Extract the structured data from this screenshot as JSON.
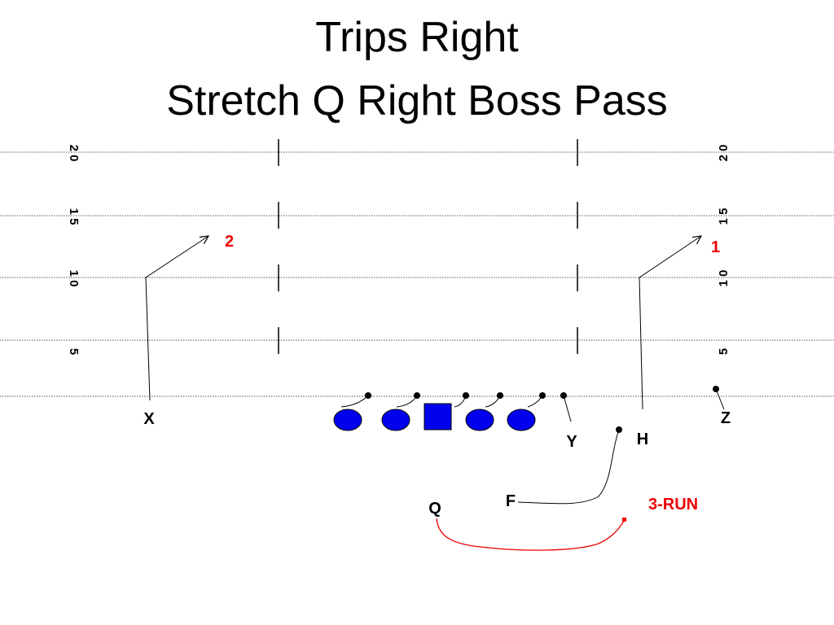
{
  "slide": {
    "title_line1": "Trips Right",
    "title_line2": "Stretch Q Right Boss Pass"
  },
  "yard_numbers": [
    "2 0",
    "1 5",
    "1 0",
    "5"
  ],
  "players": {
    "x": "X",
    "y": "Y",
    "z": "Z",
    "h": "H",
    "f": "F",
    "q": "Q"
  },
  "route_numbers": {
    "left": "2",
    "right": "1"
  },
  "run_label": "3-RUN",
  "colors": {
    "lineman": "#0000ee",
    "run": "#ee0000",
    "route_number": "#ee0000",
    "ink": "#000000"
  }
}
